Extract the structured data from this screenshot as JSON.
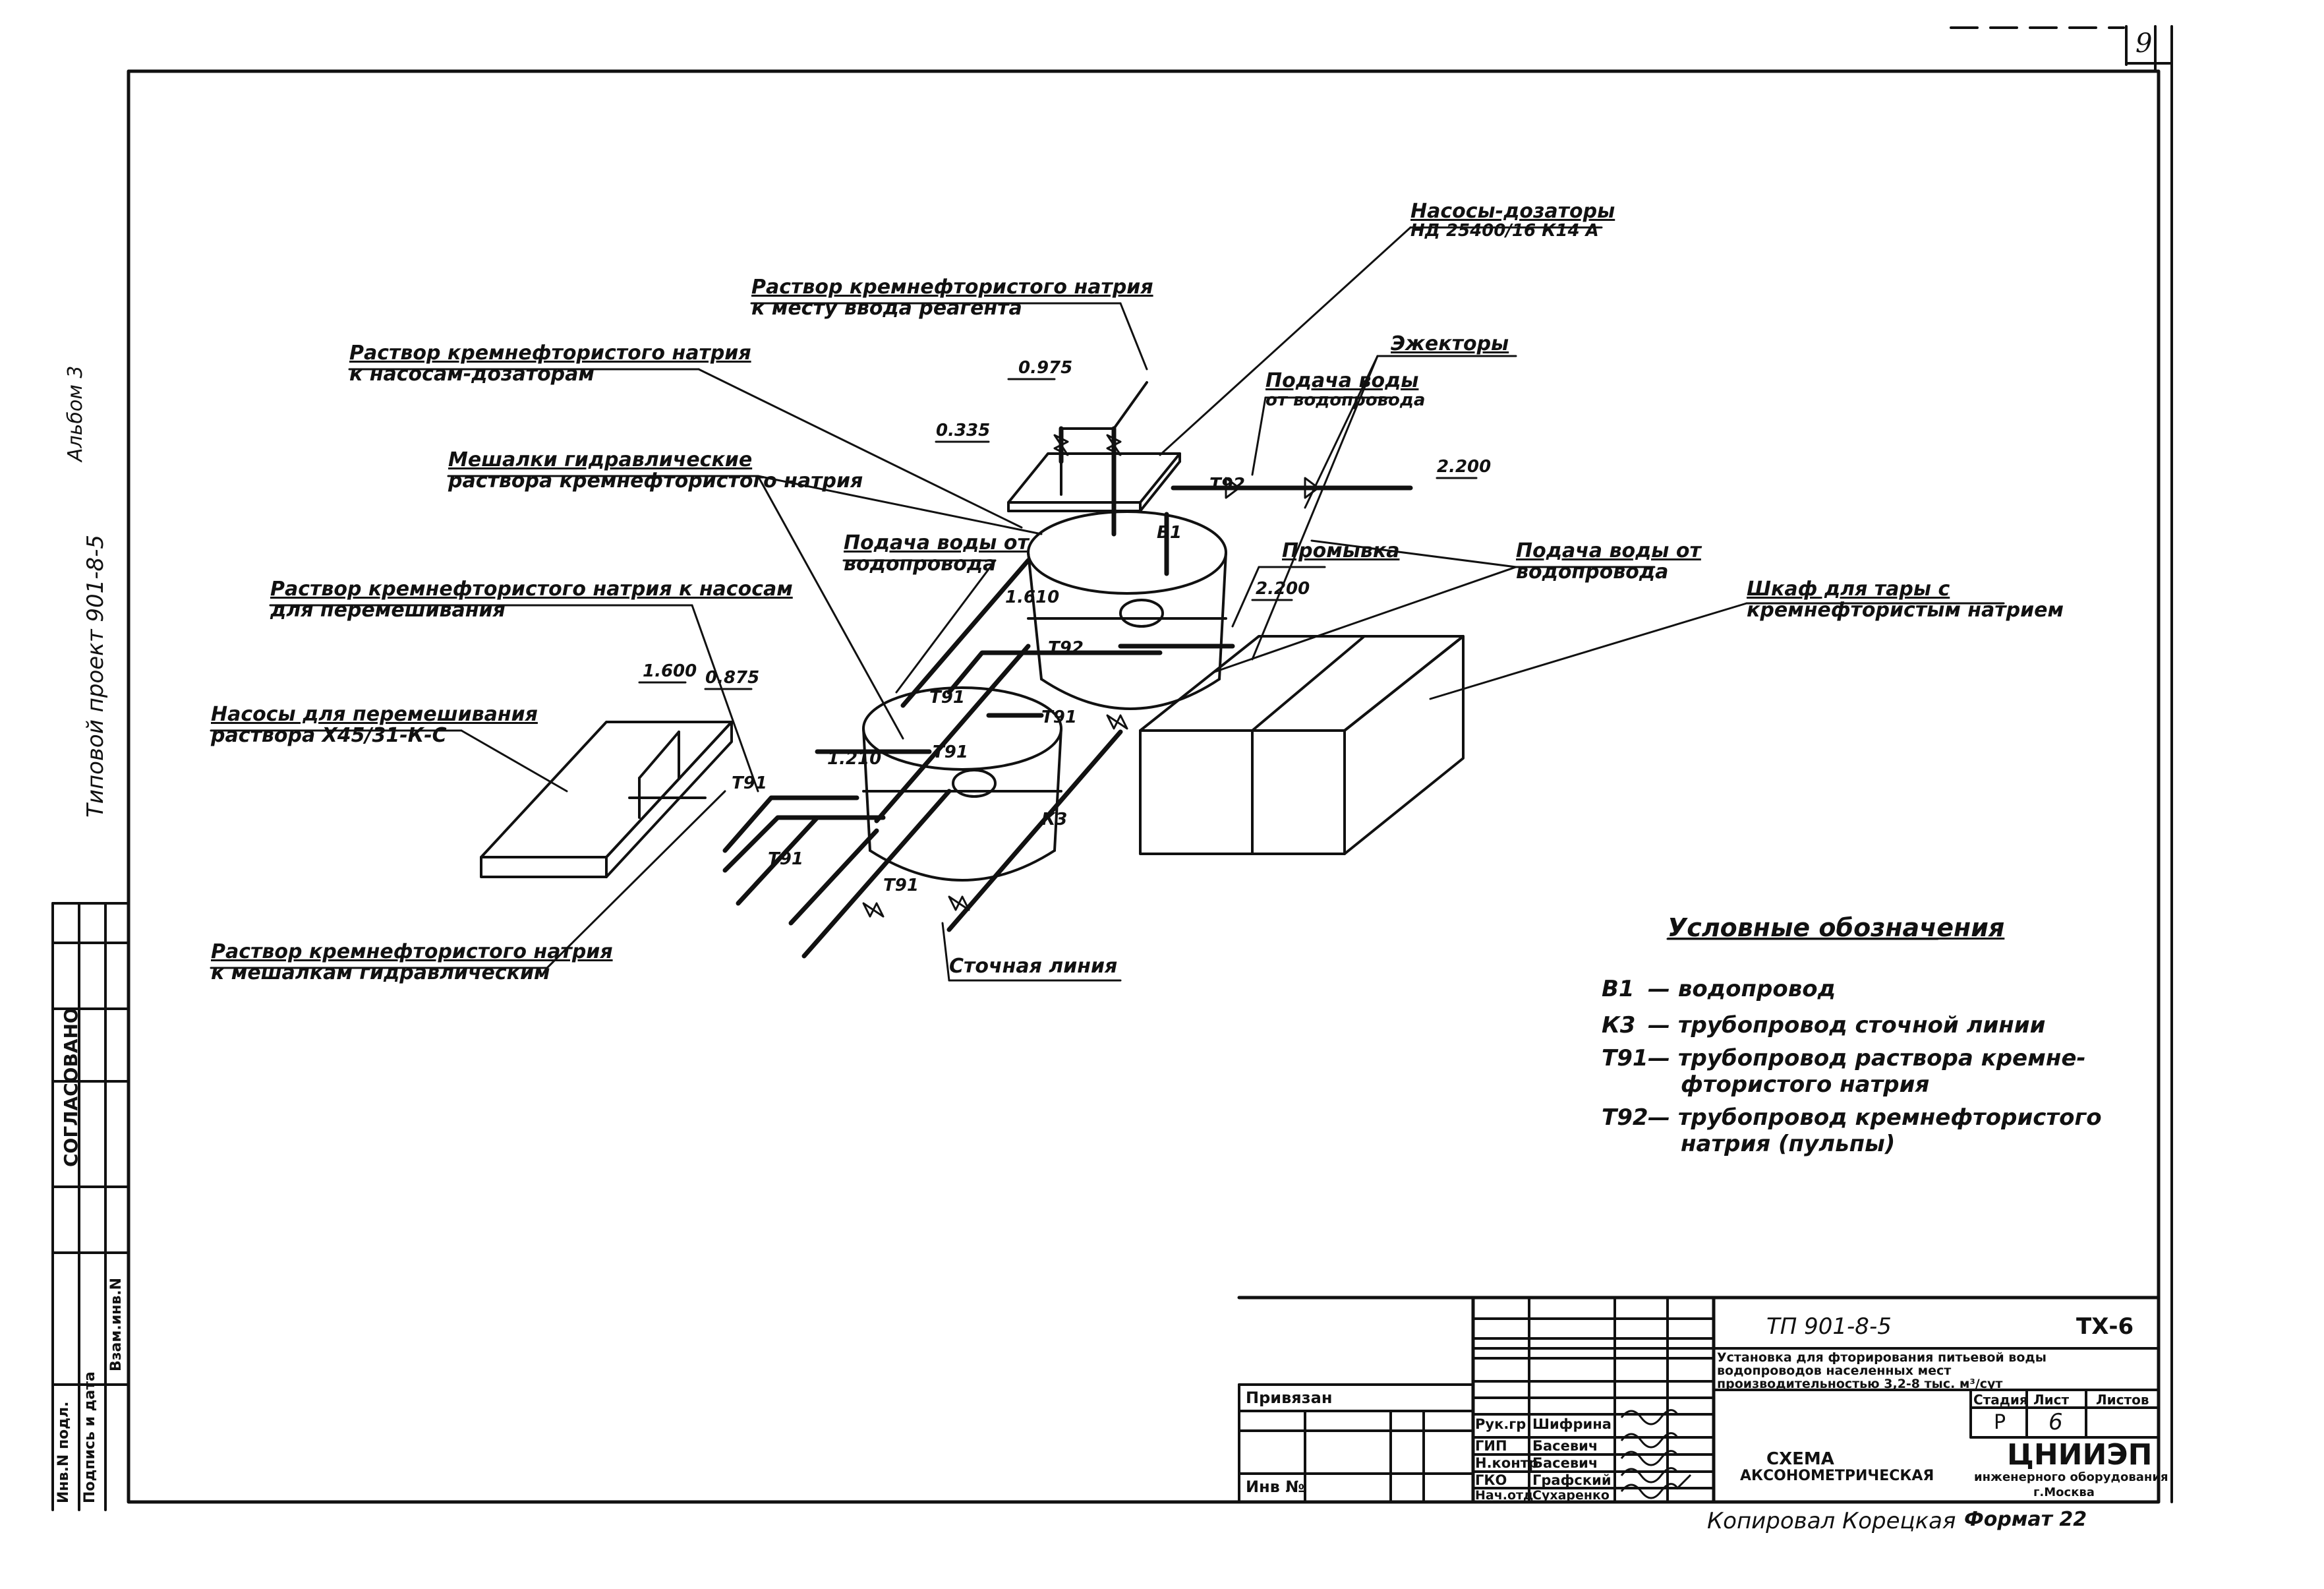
{
  "sheet": {
    "page_number": "9",
    "side_stamp": {
      "album": "Альбом 3",
      "project": "Типовой проект 901-8-5",
      "agreed": "СОГЛАСОВАНО",
      "inv_cells": [
        "Инв.N подл.",
        "Подпись и дата",
        "Взам.инв.N"
      ]
    }
  },
  "diagram": {
    "labels": {
      "pumps_dosers": [
        "Насосы-дозаторы",
        "НД 25400/16 К14 А"
      ],
      "solution_to_reagent": [
        "Раствор кремнефтористого натрия",
        "к месту ввода реагента"
      ],
      "solution_to_doser_pumps": [
        "Раствор кремнефтористого натрия",
        "к насосам-дозаторам"
      ],
      "mixers": [
        "Мешалки гидравлические",
        "раствора кремнефтористого натрия"
      ],
      "water_supply_1": [
        "Подача воды",
        "от водопровода"
      ],
      "water_supply_2": [
        "Подача воды от",
        "водопровода"
      ],
      "water_supply_3": [
        "Подача воды от",
        "водопровода"
      ],
      "ejectors": "Эжекторы",
      "flushing": "Промывка",
      "solution_to_pumps_mix": [
        "Раствор кремнефтористого натрия к насосам",
        "для перемешивания"
      ],
      "mixing_pumps": [
        "Насосы для перемешивания",
        "раствора Х45/31-К-С"
      ],
      "cabinet": [
        "Шкаф для тары с",
        "кремнефтористым натрием"
      ],
      "solution_to_mixers": [
        "Раствор кремнефтористого натрия",
        "к мешалкам гидравлическим"
      ],
      "sewage_line": "Сточная линия"
    },
    "elevations": [
      "0.975",
      "0.335",
      "2.200",
      "2.200",
      "1.600",
      "0.875",
      "1.210",
      "1.610"
    ],
    "pipe_codes": [
      "Т91",
      "Т92",
      "В1",
      "К3"
    ]
  },
  "legend": {
    "title": "Условные обозначения",
    "items": [
      {
        "code": "В1",
        "text": "водопровод"
      },
      {
        "code": "К3",
        "text": "трубопровод сточной линии"
      },
      {
        "code": "Т91",
        "text": "трубопровод раствора кремне-",
        "text2": "фтористого натрия"
      },
      {
        "code": "Т92",
        "text": "трубопровод кремнефтористого",
        "text2": "натрия (пульпы)"
      }
    ]
  },
  "title_block": {
    "project_code": "ТП 901-8-5",
    "sheet_code": "ТХ-6",
    "description": [
      "Установка для фторирования питьевой воды",
      "водопроводов населенных мест",
      "производительностью 3,2-8 тыс. м³/сут"
    ],
    "stage_header": "Стадия",
    "sheet_header": "Лист",
    "sheets_header": "Листов",
    "stage": "Р",
    "sheet": "6",
    "sheets": "",
    "drawing_name": [
      "СХЕМА",
      "АКСОНОМЕТРИЧЕСКАЯ"
    ],
    "org": [
      "ЦНИИЭП",
      "инженерного оборудования",
      "г.Москва"
    ],
    "privyazan": "Привязан",
    "inv_no": "Инв №",
    "people": [
      {
        "role": "Рук.гр",
        "name": "Шифрина"
      },
      {
        "role": "ГИП",
        "name": "Басевич"
      },
      {
        "role": "Н.контр",
        "name": "Басевич"
      },
      {
        "role": "ГКО",
        "name": "Графский"
      },
      {
        "role": "Нач.отд",
        "name": "Сухаренко"
      }
    ],
    "copied": "Копировал Корецкая",
    "format": "Формат 22"
  },
  "colors": {
    "ink": "#111111",
    "paper": "#ffffff"
  }
}
